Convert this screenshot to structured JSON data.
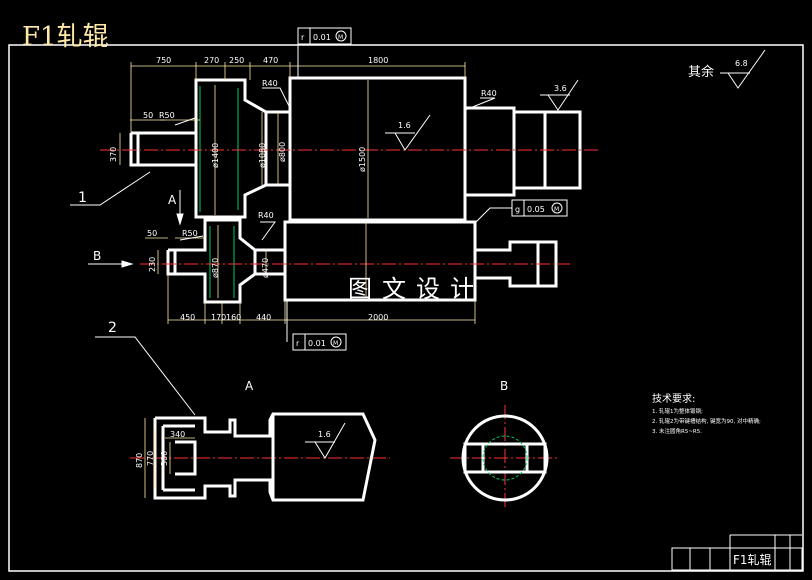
{
  "title": "F1轧辊",
  "watermark": "图文设计",
  "roughness_note": {
    "prefix": "其余",
    "value": "6.8"
  },
  "view_labels": {
    "section_a": "A",
    "section_b": "B",
    "arrow_a": "A",
    "arrow_b": "B"
  },
  "part_labels": [
    "1",
    "2"
  ],
  "dims_top": [
    "750",
    "270",
    "250",
    "470",
    "1800"
  ],
  "dims_bottom": [
    "450",
    "170",
    "160",
    "440",
    "2000"
  ],
  "dims_misc": {
    "d50a": "50",
    "d50b": "50",
    "r50a": "R50",
    "r50b": "R50",
    "r40a": "R40",
    "r40b": "R40",
    "r40c": "R40",
    "d370": "370",
    "d230": "230",
    "phi1400": "ø1400",
    "phi1080": "ø1080",
    "phi800": "ø800",
    "phi1500": "ø1500",
    "phi870": "ø870",
    "phi470": "ø470",
    "rough_16a": "1.6",
    "rough_36": "3.6",
    "rough_16b": "1.6",
    "a_340": "340",
    "a_870": "870",
    "a_770": "770",
    "a_300": "300"
  },
  "tolerances": {
    "top": {
      "sym": "r",
      "val": "0.01",
      "mod": "M"
    },
    "right": {
      "sym": "g",
      "val": "0.05",
      "mod": "M"
    },
    "bottom": {
      "sym": "r",
      "val": "0.01",
      "mod": "M"
    }
  },
  "tech_requirements": {
    "heading": "技术要求:",
    "lines": [
      "1. 轧辊1为整体锻钢;",
      "2. 轧辊2为带键槽结构, 键宽为90, 对中精确;",
      "3. 未注圆角R5~R5."
    ]
  },
  "title_block": {
    "name": "F1轧辊"
  },
  "colors": {
    "outline": "#ffffff",
    "center": "#ff3333",
    "dimension": "#ffe9a8",
    "hatch": "#00cc66"
  }
}
